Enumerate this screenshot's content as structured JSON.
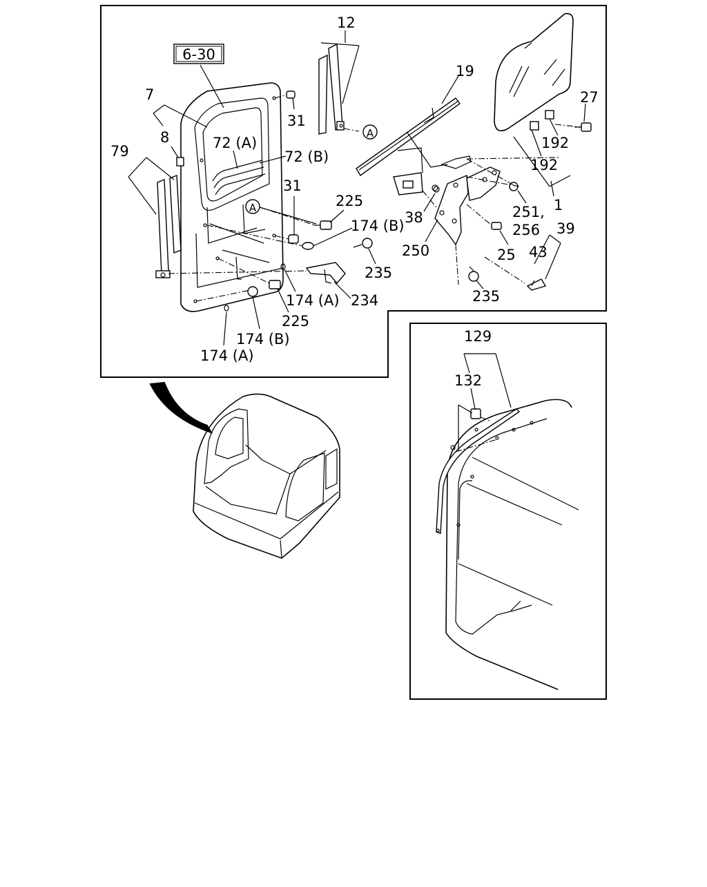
{
  "diagram": {
    "main_panel": {
      "ref_box": "6-30",
      "callouts": {
        "c12": "12",
        "c19": "19",
        "c27": "27",
        "c7": "7",
        "c8": "8",
        "c79": "79",
        "c72a": "72 (A)",
        "c72b": "72 (B)",
        "c31a": "31",
        "c31b": "31",
        "c225a": "225",
        "c174b_top": "174 (B)",
        "c38": "38",
        "c250": "250",
        "c192a": "192",
        "c192b": "192",
        "c1": "1",
        "c251": "251,",
        "c256": "256",
        "c25": "25",
        "c39": "39",
        "c43": "43",
        "c235a": "235",
        "c235b": "235",
        "c234": "234",
        "c174a_mid": "174 (A)",
        "c225b": "225",
        "c174b_bot": "174 (B)",
        "c174a_bot": "174 (A)"
      },
      "marker_a": "A"
    },
    "inset_panel": {
      "callouts": {
        "c129": "129",
        "c132": "132"
      }
    }
  }
}
